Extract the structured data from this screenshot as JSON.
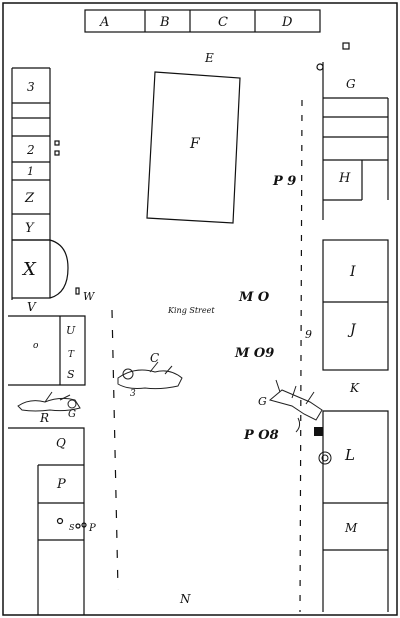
{
  "top_buildings": [
    "A",
    "B",
    "C",
    "D"
  ],
  "street": {
    "north_label": "E",
    "south_label": "N",
    "name": "King Street"
  },
  "central_block": "F",
  "left_buildings": [
    "3",
    "2",
    "1",
    "Z",
    "Y",
    "X",
    "V"
  ],
  "left_extra_labels": {
    "w": "W",
    "r": "R",
    "q": "Q",
    "p": "P",
    "o": "o",
    "g": "G",
    "s_mark": "S",
    "p_mark": "P"
  },
  "left_narrow_labels": [
    "U",
    "T",
    "S"
  ],
  "right_buildings": [
    "G",
    "H",
    "I",
    "J",
    "K",
    "L",
    "M"
  ],
  "markers": {
    "p9_top": "P 9",
    "mo": "M O",
    "mo9": "M O9",
    "po8": "P O8",
    "c": "C",
    "g_right": "G",
    "nine_right": "9",
    "three": "3"
  }
}
